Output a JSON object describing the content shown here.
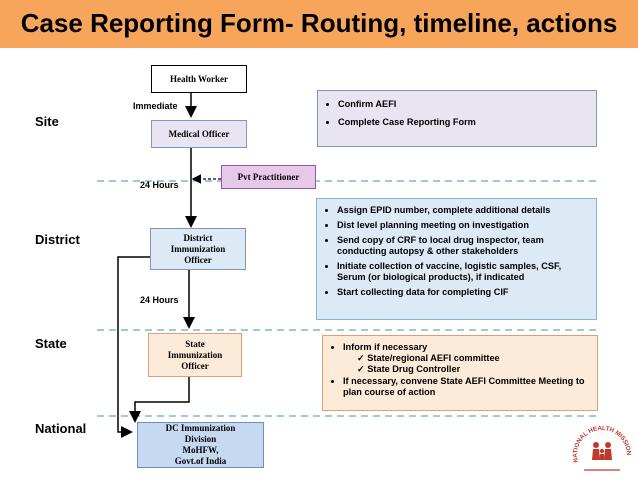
{
  "title": "Case Reporting Form- Routing, timeline, actions",
  "levels": {
    "site": "Site",
    "district": "District",
    "state": "State",
    "national": "National"
  },
  "boxes": {
    "health_worker": "Health Worker",
    "medical_officer": "Medical Officer",
    "pvt_practitioner": "Pvt Practitioner",
    "district_officer": [
      "District",
      "Immunization",
      "Officer"
    ],
    "state_officer": [
      "State",
      "Immunization",
      "Officer"
    ],
    "national_office": [
      "DC Immunization",
      "Division",
      "MoHFW,",
      "Govt.of India"
    ]
  },
  "timelines": {
    "immediate": "Immediate",
    "hours_24_a": "24 Hours",
    "hours_24_b": "24 Hours"
  },
  "panels": {
    "site": [
      "Confirm AEFI",
      "Complete Case Reporting Form"
    ],
    "district": [
      "Assign EPID number, complete additional  details",
      "Dist level planning meeting on investigation",
      "Send copy of CRF  to local drug inspector, team conducting autopsy & other stakeholders",
      " Initiate collection of vaccine, logistic samples, CSF, Serum (or biological products), if indicated",
      "Start collecting data for completing CIF"
    ],
    "state_first": "Inform if necessary",
    "state_sub": [
      "State/regional AEFI committee",
      "State Drug Controller"
    ],
    "state_last": "If necessary, convene State AEFI Committee Meeting  to plan course of action"
  },
  "logo": {
    "text": "NATIONAL HEALTH MISSION"
  },
  "colors": {
    "title_bg": "#f7a55b",
    "medical_officer_bg": "#e8e4f2",
    "pvt_bg": "#e8c8e8",
    "district_bg": "#dde9f5",
    "state_bg": "#fdebd9",
    "national_bg": "#c6d9f1",
    "divider": "#7fb5d5"
  }
}
